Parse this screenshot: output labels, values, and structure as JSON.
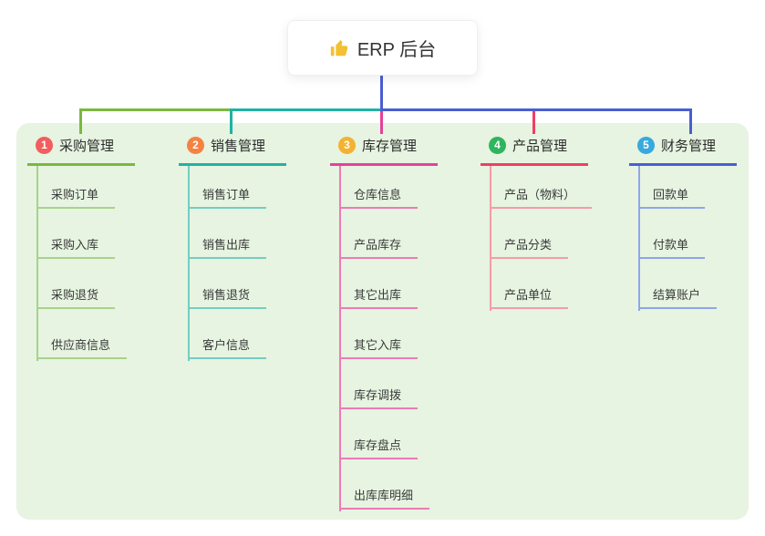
{
  "root": {
    "label": "ERP 后台",
    "icon": "thumbs-up-icon",
    "icon_color": "#f2c032"
  },
  "canvas": {
    "background": "#ffffff",
    "panel_background": "#e6f4e1"
  },
  "root_connector_color": "#4a5ed0",
  "branches": [
    {
      "badge": "1",
      "label": "采购管理",
      "badge_color": "#f25d5d",
      "branch_color": "#7ab83e",
      "child_color": "#a9d28c",
      "children": [
        "采购订单",
        "采购入库",
        "采购退货",
        "供应商信息"
      ]
    },
    {
      "badge": "2",
      "label": "销售管理",
      "badge_color": "#f58143",
      "branch_color": "#21b2a3",
      "child_color": "#76ccc2",
      "children": [
        "销售订单",
        "销售出库",
        "销售退货",
        "客户信息"
      ]
    },
    {
      "badge": "3",
      "label": "库存管理",
      "badge_color": "#f3b231",
      "branch_color": "#e5419b",
      "child_color": "#ee7ab6",
      "children": [
        "仓库信息",
        "产品库存",
        "其它出库",
        "其它入库",
        "库存调拨",
        "库存盘点",
        "出库库明细"
      ]
    },
    {
      "badge": "4",
      "label": "产品管理",
      "badge_color": "#2eb55d",
      "branch_color": "#ef4061",
      "child_color": "#f89ba6",
      "children": [
        "产品（物料）",
        "产品分类",
        "产品单位"
      ]
    },
    {
      "badge": "5",
      "label": "财务管理",
      "badge_color": "#38a9dd",
      "branch_color": "#4a5ed0",
      "child_color": "#8ea6e8",
      "children": [
        "回款单",
        "付款单",
        "结算账户"
      ]
    }
  ]
}
